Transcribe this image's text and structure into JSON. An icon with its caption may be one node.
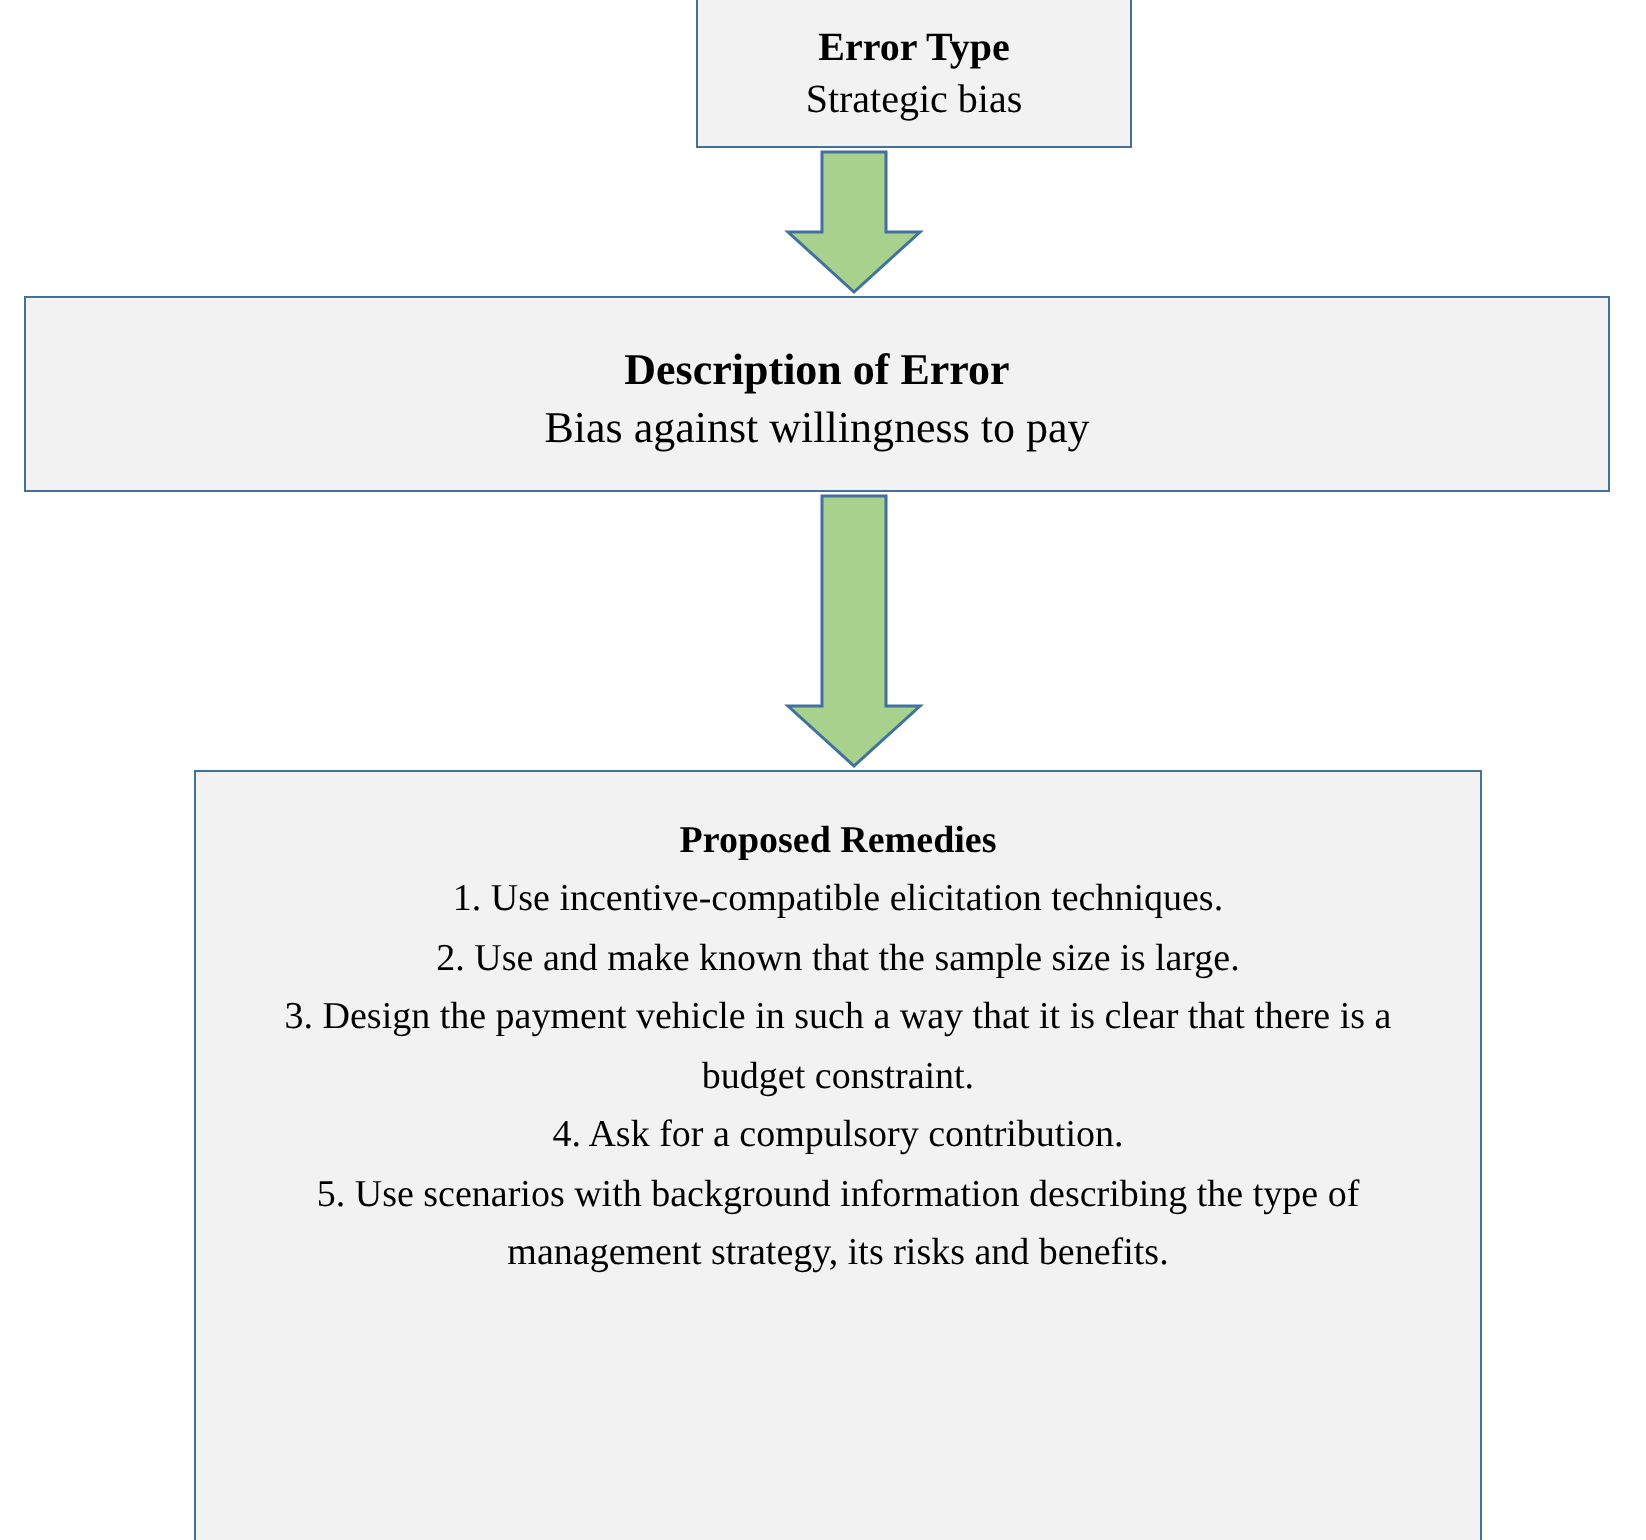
{
  "diagram": {
    "nodes": [
      {
        "text": [
          "Error Type",
          "Strategic bias"
        ]
      },
      {
        "text": [
          "Description of Error",
          "Bias against willingness to pay"
        ]
      },
      {
        "text": [
          "Proposed Remedies",
          "1. Use incentive-compatible elicitation techniques.",
          "2. Use and make known that the sample size is large.",
          "3. Design the payment vehicle in such a way that it is clear that there is a budget constraint.",
          "4. Ask for a compulsory contribution.",
          "5. Use scenarios with background information describing the type of management strategy, its risks and benefits."
        ]
      }
    ],
    "edges": [
      {
        "from": 0,
        "to": 1,
        "arrow": "to"
      },
      {
        "from": 1,
        "to": 2,
        "arrow": "to"
      }
    ]
  }
}
